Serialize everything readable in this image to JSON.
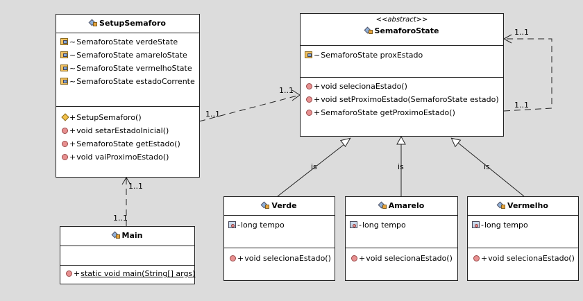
{
  "classes": {
    "setup": {
      "name": "SetupSemaforo",
      "fields": [
        {
          "vis": "~",
          "text": "SemaforoState verdeState"
        },
        {
          "vis": "~",
          "text": "SemaforoState amareloState"
        },
        {
          "vis": "~",
          "text": "SemaforoState vermelhoState"
        },
        {
          "vis": "~",
          "text": "SemaforoState estadoCorrente"
        }
      ],
      "methods": [
        {
          "vis": "+",
          "text": "SetupSemaforo()"
        },
        {
          "vis": "+",
          "text": "void setarEstadoInicial()"
        },
        {
          "vis": "+",
          "text": "SemaforoState getEstado()"
        },
        {
          "vis": "+",
          "text": "void vaiProximoEstado()"
        }
      ]
    },
    "state": {
      "stereotype": "<<abstract>>",
      "name": "SemaforoState",
      "fields": [
        {
          "vis": "~",
          "text": "SemaforoState proxEstado"
        }
      ],
      "methods": [
        {
          "vis": "+",
          "text": "void selecionaEstado()"
        },
        {
          "vis": "+",
          "text": "void setProximoEstado(SemaforoState estado)"
        },
        {
          "vis": "+",
          "text": "SemaforoState getProximoEstado()"
        }
      ]
    },
    "main": {
      "name": "Main",
      "methods": [
        {
          "vis": "+",
          "text": "static void main(String[] args)"
        }
      ]
    },
    "verde": {
      "name": "Verde",
      "fields": [
        {
          "vis": "-",
          "text": "long tempo"
        }
      ],
      "methods": [
        {
          "vis": "+",
          "text": "void selecionaEstado()"
        }
      ]
    },
    "amarelo": {
      "name": "Amarelo",
      "fields": [
        {
          "vis": "-",
          "text": "long tempo"
        }
      ],
      "methods": [
        {
          "vis": "+",
          "text": "void selecionaEstado()"
        }
      ]
    },
    "vermelho": {
      "name": "Vermelho",
      "fields": [
        {
          "vis": "-",
          "text": "long tempo"
        }
      ],
      "methods": [
        {
          "vis": "+",
          "text": "void selecionaEstado()"
        }
      ]
    }
  },
  "relations": {
    "setup_to_state": {
      "source_mult": "1..1",
      "target_mult": "1..1"
    },
    "main_to_setup": {
      "source_mult": "1..1",
      "target_mult": "1..1"
    },
    "self_assoc": {
      "source_mult": "1..1",
      "target_mult": "1..1"
    },
    "is_label": "is"
  }
}
